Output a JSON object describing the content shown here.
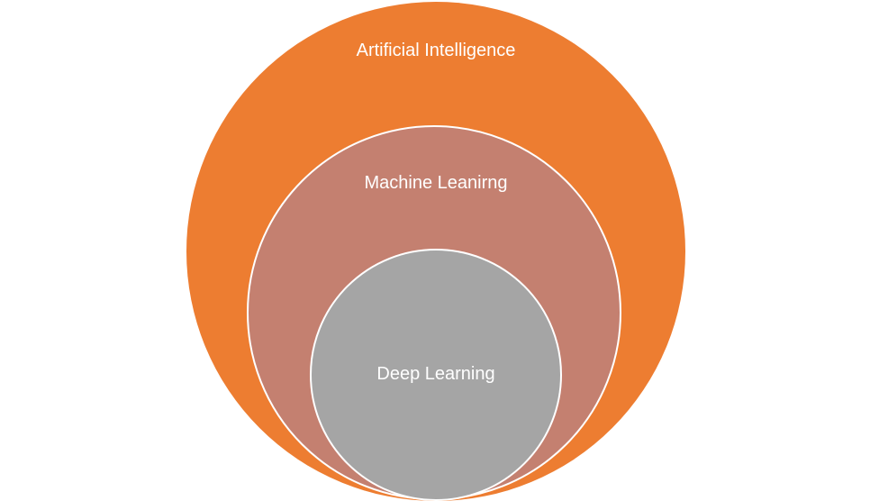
{
  "diagram": {
    "outer": {
      "label": "Artificial Intelligence",
      "color": "#ED7D31"
    },
    "middle": {
      "label": "Machine Leanirng",
      "color": "#C48070"
    },
    "inner": {
      "label": "Deep Learning",
      "color": "#A5A5A5"
    },
    "border_color": "#FFFFFF"
  }
}
